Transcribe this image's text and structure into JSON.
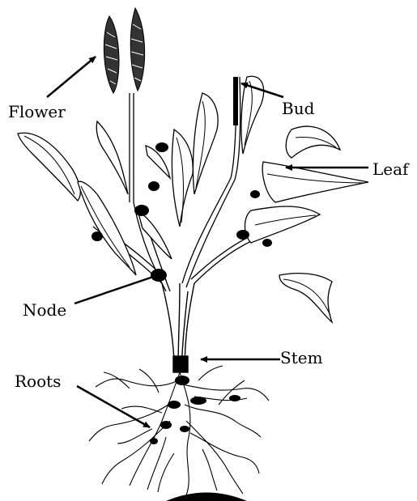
{
  "labels": {
    "flower": "Flower",
    "bud": "Bud",
    "leaf": "Leaf",
    "node": "Node",
    "stem": "Stem",
    "roots": "Roots"
  },
  "colors": {
    "ink": "#000000",
    "background": "#ffffff"
  }
}
